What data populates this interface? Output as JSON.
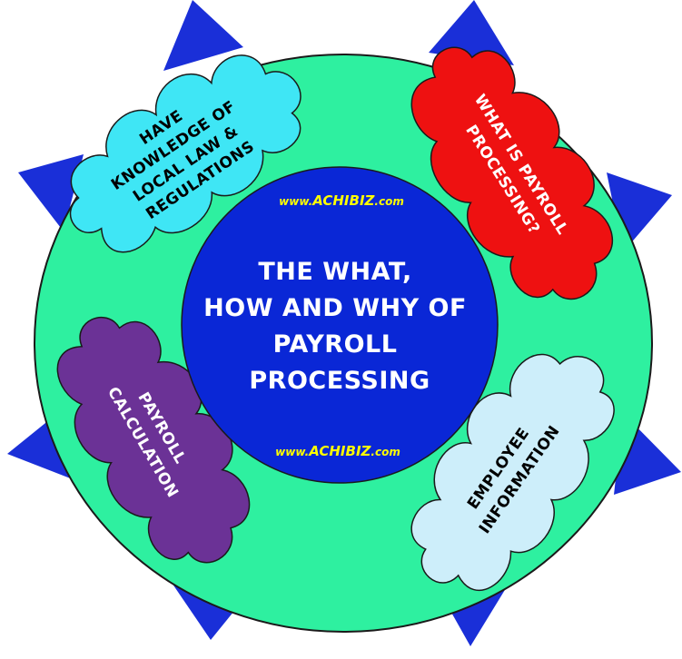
{
  "center": {
    "lines": [
      "THE WHAT,",
      "HOW AND WHY OF",
      "PAYROLL",
      "PROCESSING"
    ],
    "fill": "#0a27d6"
  },
  "watermark": {
    "prefix": "www.",
    "brand": "ACHIBIZ",
    "suffix": ".com"
  },
  "ring": {
    "fill": "#2ef0a0",
    "stroke": "#1a1a1a"
  },
  "spikes": {
    "fill": "#1a2fd8"
  },
  "clouds": [
    {
      "id": "knowledge",
      "lines": [
        "HAVE",
        "KNOWLEDGE OF",
        "LOCAL LAW &",
        "REGULATIONS"
      ],
      "fill": "#3fe6f5"
    },
    {
      "id": "what-is",
      "lines": [
        "WHAT IS PAYROLL",
        "PROCESSING?"
      ],
      "fill": "#ee1111"
    },
    {
      "id": "calculation",
      "lines": [
        "PAYROLL",
        "CALCULATION"
      ],
      "fill": "#6b3296"
    },
    {
      "id": "employee",
      "lines": [
        "EMPLOYEE",
        "INFORMATION"
      ],
      "fill": "#cdeefa"
    }
  ]
}
